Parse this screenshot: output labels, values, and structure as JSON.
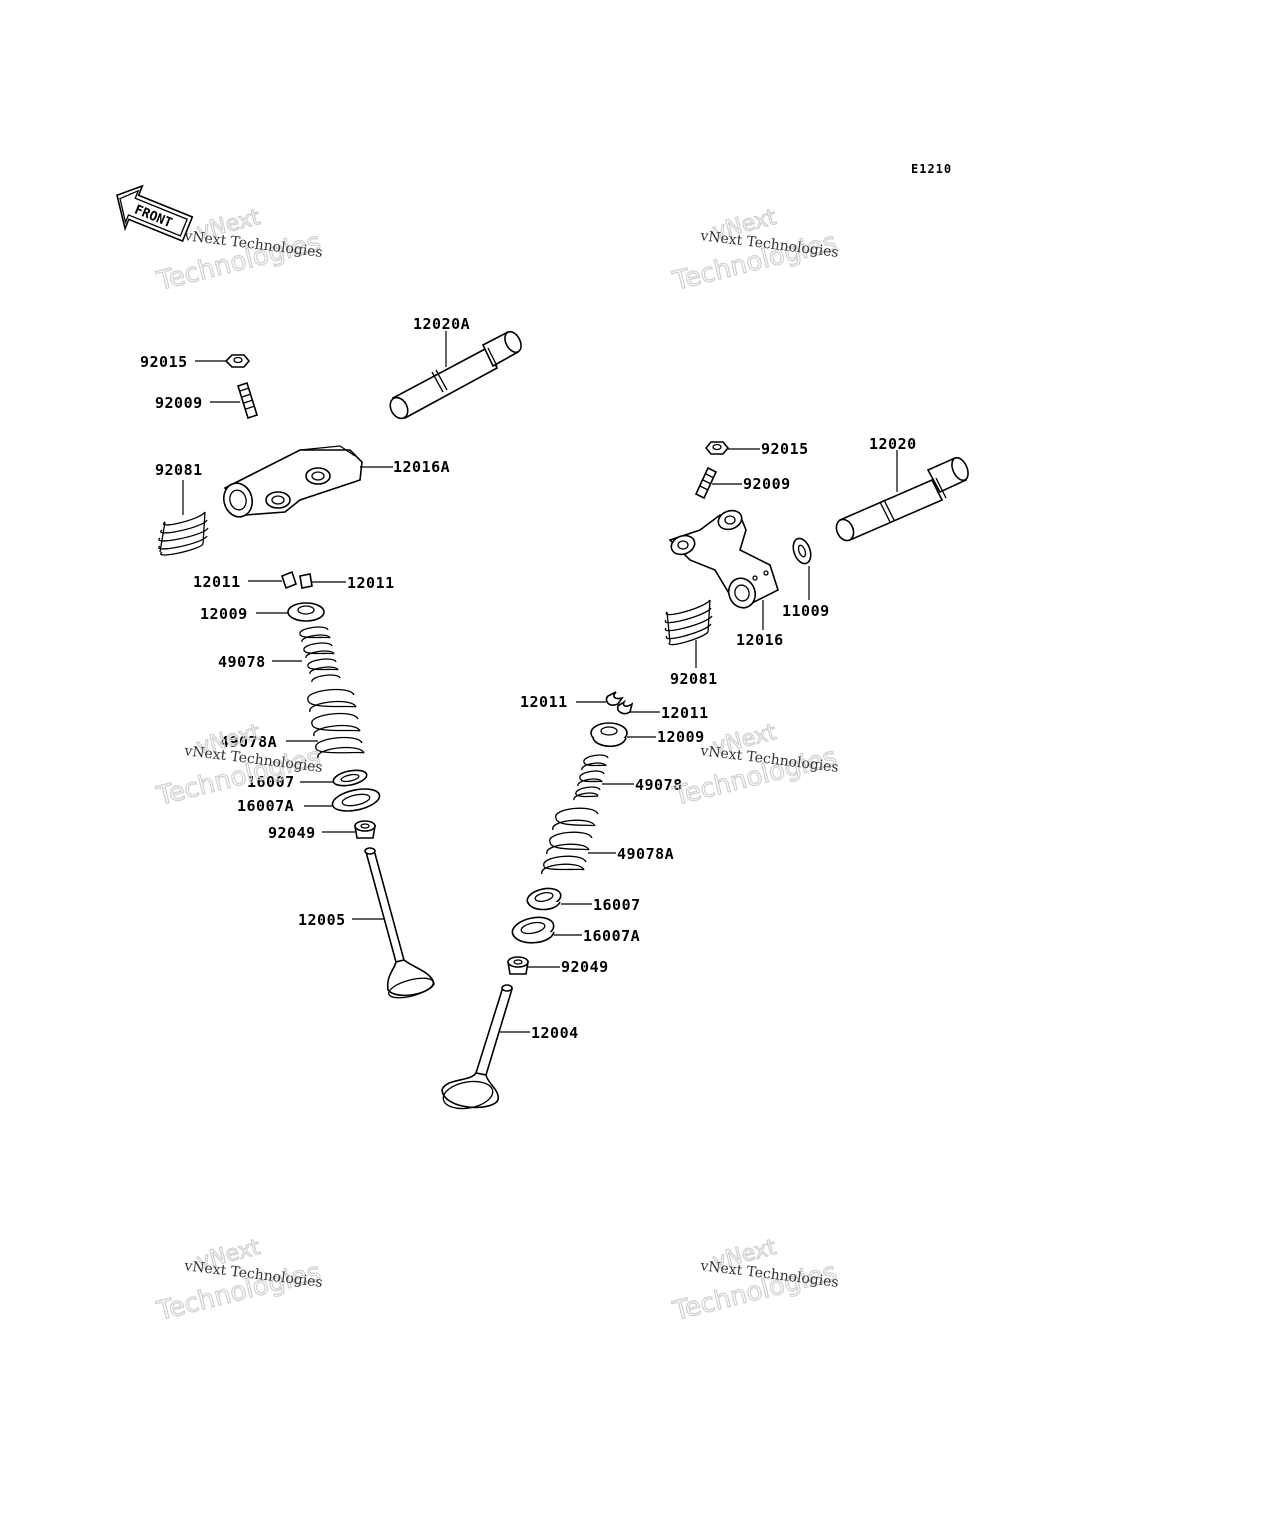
{
  "diagram_code": "E1210",
  "front_label": "FRONT",
  "watermark": {
    "line1": "vNext Technologies",
    "line2": "Technologies",
    "line3": "vNext"
  },
  "labels": {
    "p12020A": "12020A",
    "p92015_l": "92015",
    "p92009_l": "92009",
    "p92081_l": "92081",
    "p12016A": "12016A",
    "p12011_l1": "12011",
    "p12011_l2": "12011",
    "p12009_l": "12009",
    "p49078_l": "49078",
    "p49078A_l": "49078A",
    "p16007_l": "16007",
    "p16007A_l": "16007A",
    "p92049_l": "92049",
    "p12005": "12005",
    "p92015_r": "92015",
    "p92009_r": "92009",
    "p12020": "12020",
    "p11009": "11009",
    "p12016": "12016",
    "p92081_r": "92081",
    "p12011_r1": "12011",
    "p12011_r2": "12011",
    "p12009_r": "12009",
    "p49078_r": "49078",
    "p49078A_r": "49078A",
    "p16007_r": "16007",
    "p16007A_r": "16007A",
    "p92049_r": "92049",
    "p12004": "12004"
  }
}
